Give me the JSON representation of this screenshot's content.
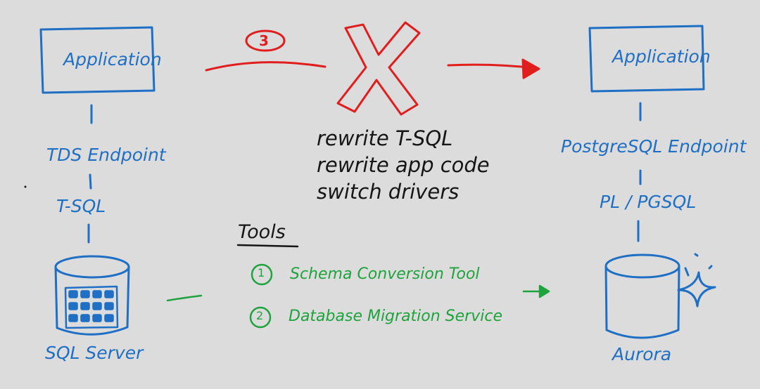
{
  "left": {
    "app_label": "Application",
    "endpoint_label": "TDS Endpoint",
    "language_label": "T-SQL",
    "db_label": "SQL Server"
  },
  "right": {
    "app_label": "Application",
    "endpoint_label": "PostgreSQL Endpoint",
    "language_label": "PL / PGSQL",
    "db_label": "Aurora"
  },
  "middle": {
    "step_number": "3",
    "notes": [
      "rewrite T-SQL",
      "rewrite app code",
      "switch drivers"
    ]
  },
  "tools": {
    "heading": "Tools",
    "items": [
      {
        "number": "1",
        "label": "Schema Conversion Tool"
      },
      {
        "number": "2",
        "label": "Database Migration Service"
      }
    ]
  },
  "colors": {
    "background": "#dcdcdc",
    "blue": "#1f6fc4",
    "red": "#e01e1e",
    "green": "#1fa33d",
    "black": "#161616"
  }
}
